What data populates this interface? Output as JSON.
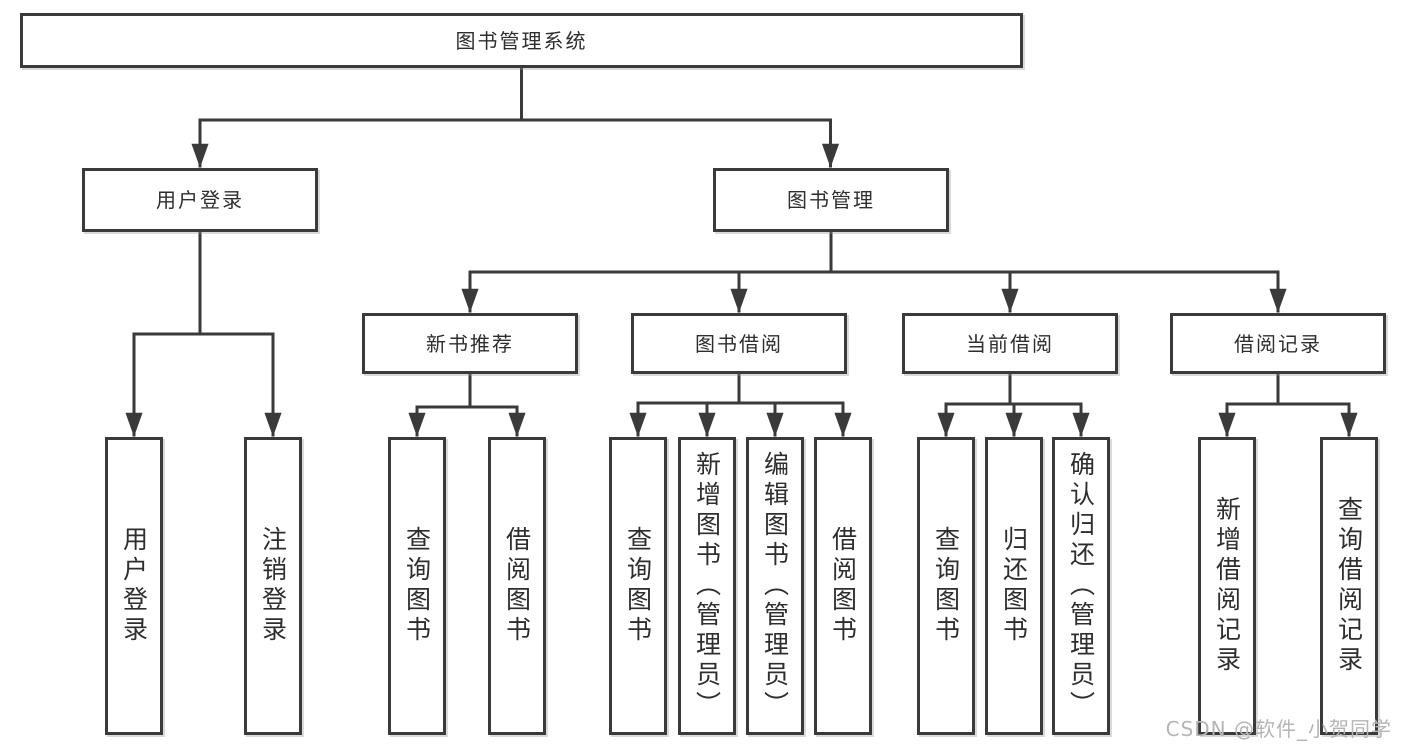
{
  "tree": {
    "root": {
      "label": "图书管理系统"
    },
    "branches": [
      {
        "label": "用户登录",
        "children": [
          {
            "label": "用户登录"
          },
          {
            "label": "注销登录"
          }
        ]
      },
      {
        "label": "图书管理",
        "children": [
          {
            "label": "新书推荐",
            "children": [
              {
                "label": "查询图书"
              },
              {
                "label": "借阅图书"
              }
            ]
          },
          {
            "label": "图书借阅",
            "children": [
              {
                "label": "查询图书"
              },
              {
                "label": "新增图书（管理员）"
              },
              {
                "label": "编辑图书（管理员）"
              },
              {
                "label": "借阅图书"
              }
            ]
          },
          {
            "label": "当前借阅",
            "children": [
              {
                "label": "查询图书"
              },
              {
                "label": "归还图书"
              },
              {
                "label": "确认归还（管理员）"
              }
            ]
          },
          {
            "label": "借阅记录",
            "children": [
              {
                "label": "新增借阅记录"
              },
              {
                "label": "查询借阅记录"
              }
            ]
          }
        ]
      }
    ]
  },
  "watermark": {
    "text": "CSDN @软件_小贺同学",
    "color": "#b5b5b5"
  },
  "colors": {
    "line": "#3a3a3a",
    "text": "#2e2e2e",
    "background": "#ffffff"
  }
}
